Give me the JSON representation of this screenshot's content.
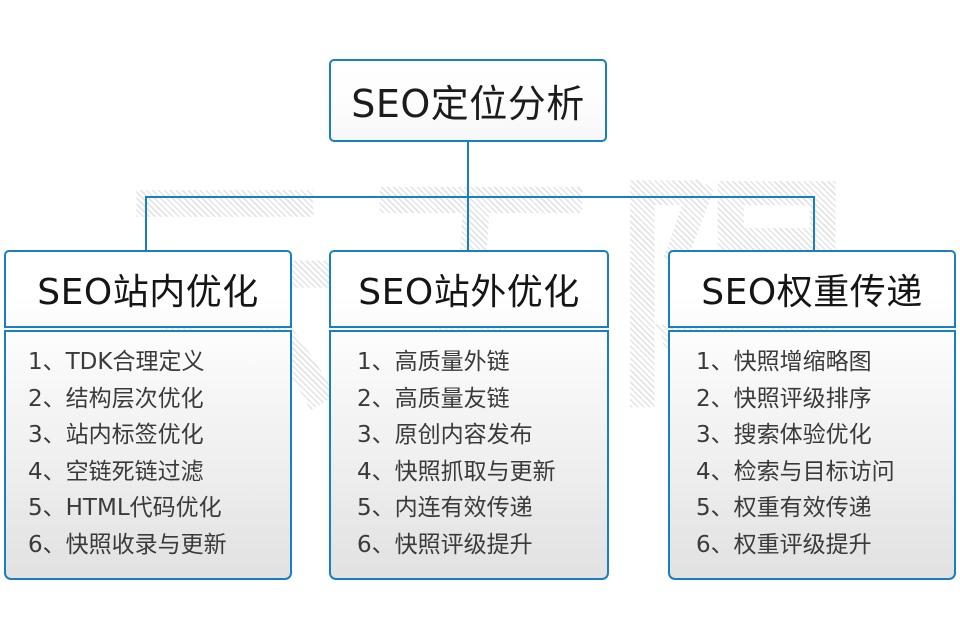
{
  "diagram": {
    "watermark": "云无限",
    "accent_color": "#1a7fc1",
    "text_color": "#1c1c1c",
    "root": {
      "label": "SEO定位分析"
    },
    "columns": [
      {
        "header": "SEO站内优化",
        "items": [
          "1、TDK合理定义",
          "2、结构层次优化",
          "3、站内标签优化",
          "4、空链死链过滤",
          "5、HTML代码优化",
          "6、快照收录与更新"
        ]
      },
      {
        "header": "SEO站外优化",
        "items": [
          "1、高质量外链",
          "2、高质量友链",
          "3、原创内容发布",
          "4、快照抓取与更新",
          "5、内连有效传递",
          "6、快照评级提升"
        ]
      },
      {
        "header": "SEO权重传递",
        "items": [
          "1、快照增缩略图",
          "2、快照评级排序",
          "3、搜索体验优化",
          "4、检索与目标访问",
          "5、权重有效传递",
          "6、权重评级提升"
        ]
      }
    ]
  }
}
